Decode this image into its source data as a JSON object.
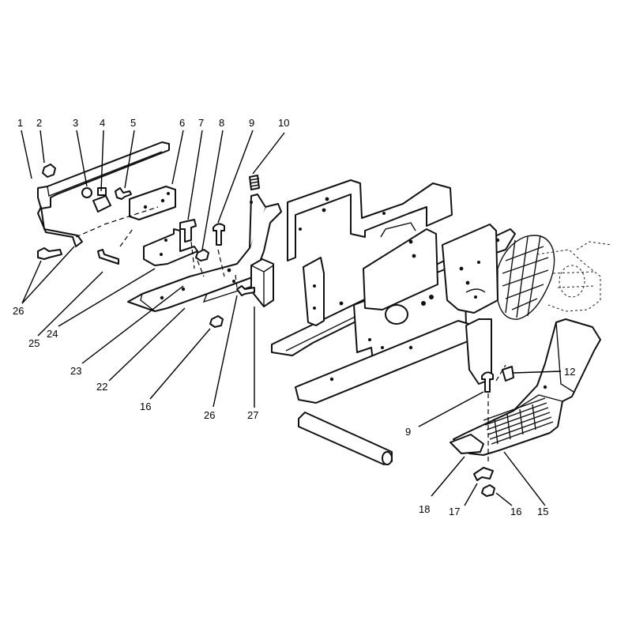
{
  "callouts": [
    {
      "id": "c1",
      "text": "1"
    },
    {
      "id": "c2",
      "text": "2"
    },
    {
      "id": "c3",
      "text": "3"
    },
    {
      "id": "c4",
      "text": "4"
    },
    {
      "id": "c5",
      "text": "5"
    },
    {
      "id": "c6",
      "text": "6"
    },
    {
      "id": "c7",
      "text": "7"
    },
    {
      "id": "c8",
      "text": "8"
    },
    {
      "id": "c9a",
      "text": "9"
    },
    {
      "id": "c10",
      "text": "10"
    },
    {
      "id": "c26a",
      "text": "26"
    },
    {
      "id": "c25",
      "text": "25"
    },
    {
      "id": "c24",
      "text": "24"
    },
    {
      "id": "c23",
      "text": "23"
    },
    {
      "id": "c22",
      "text": "22"
    },
    {
      "id": "c16a",
      "text": "16"
    },
    {
      "id": "c26b",
      "text": "26"
    },
    {
      "id": "c27",
      "text": "27"
    },
    {
      "id": "c12",
      "text": "12"
    },
    {
      "id": "c9b",
      "text": "9"
    },
    {
      "id": "c18",
      "text": "18"
    },
    {
      "id": "c17",
      "text": "17"
    },
    {
      "id": "c16b",
      "text": "16"
    },
    {
      "id": "c15",
      "text": "15"
    }
  ]
}
